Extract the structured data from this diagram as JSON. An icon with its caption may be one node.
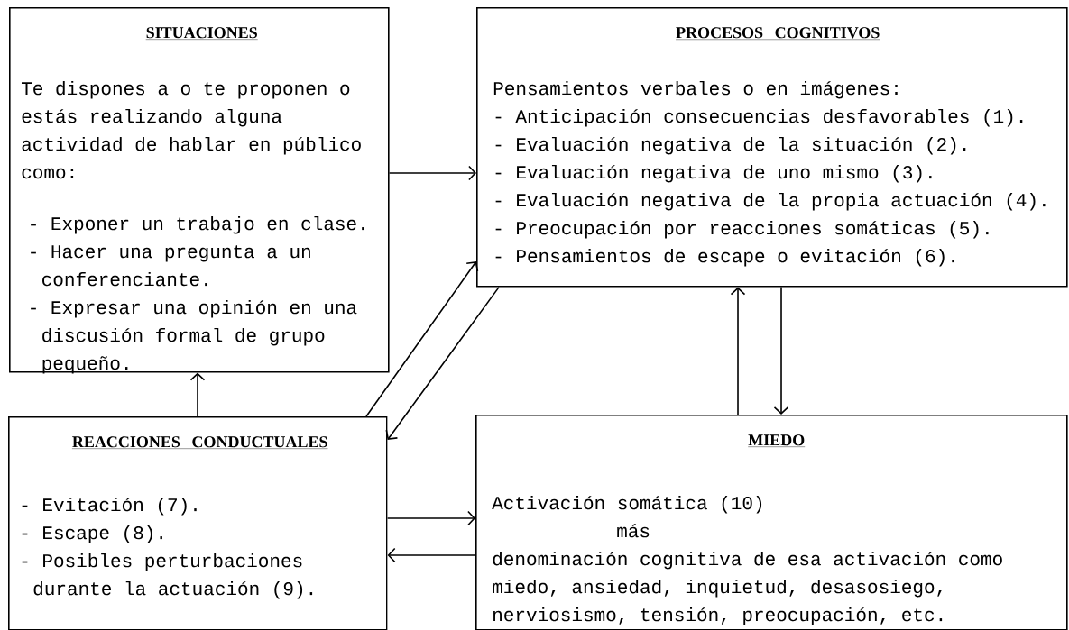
{
  "diagram": {
    "nodes": [
      {
        "text": [
          "SITUACIONES",
          "Te dispones a o te proponen o estás realizando alguna actividad de hablar en público como:",
          "- Exponer un trabajo en clase.",
          "- Hacer una pregunta a un conferenciante.",
          "- Expresar una opinión en una discusión formal de grupo pequeño."
        ]
      },
      {
        "text": [
          "PROCESOS COGNITIVOS",
          "Pensamientos verbales o en imágenes:",
          "- Anticipación consecuencias desfavorables (1).",
          "- Evaluación negativa de la situación (2).",
          "- Evaluación negativa de uno mismo (3).",
          "- Evaluación negativa de la propia actuación (4).",
          "- Preocupación por reacciones somáticas (5).",
          "- Pensamientos de escape o evitación (6)."
        ]
      },
      {
        "text": [
          "REACCIONES CONDUCTUALES",
          "- Evitación (7).",
          "- Escape (8).",
          "- Posibles perturbaciones durante la actuación (9)."
        ]
      },
      {
        "text": [
          "MIEDO",
          "Activación somática (10)",
          "más",
          "denominación cognitiva de esa activación como miedo, ansiedad, inquietud, desasosiego, nerviosismo, tensión, preocupación, etc."
        ]
      }
    ],
    "edges": [
      {
        "from": 0,
        "to": 1,
        "arrow": "to"
      },
      {
        "from": 2,
        "to": 0,
        "arrow": "to"
      },
      {
        "from": 2,
        "to": 1,
        "arrow": "to"
      },
      {
        "from": 1,
        "to": 2,
        "arrow": "to"
      },
      {
        "from": 3,
        "to": 1,
        "arrow": "to"
      },
      {
        "from": 1,
        "to": 3,
        "arrow": "to"
      },
      {
        "from": 2,
        "to": 3,
        "arrow": "to"
      },
      {
        "from": 3,
        "to": 2,
        "arrow": "to"
      }
    ]
  }
}
